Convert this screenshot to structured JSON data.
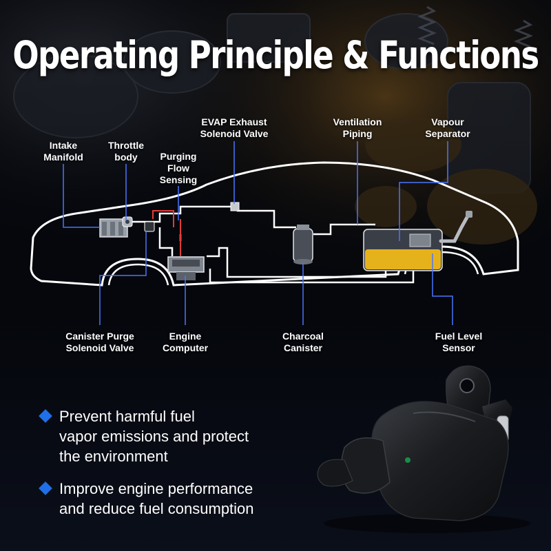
{
  "title": "Operating Principle & Functions",
  "colors": {
    "background": "#05070c",
    "text": "#ffffff",
    "bullet_accent": "#1f6fe8",
    "leader_line": "#4a76ff",
    "car_outline": "#ffffff",
    "signal_wire": "#e23b3b",
    "fuel": "#e6b21c"
  },
  "labels": {
    "intake_manifold": [
      "Intake",
      "Manifold"
    ],
    "throttle_body": [
      "Throttle",
      "body"
    ],
    "purging_flow_sensing": [
      "Purging",
      "Flow",
      "Sensing"
    ],
    "evap_exhaust_solenoid_valve": [
      "EVAP Exhaust",
      "Solenoid Valve"
    ],
    "ventilation_piping": [
      "Ventilation",
      "Piping"
    ],
    "vapour_separator": [
      "Vapour",
      "Separator"
    ],
    "canister_purge_solenoid_valve": [
      "Canister Purge",
      "Solenoid Valve"
    ],
    "engine_computer": [
      "Engine",
      "Computer"
    ],
    "charcoal_canister": [
      "Charcoal",
      "Canister"
    ],
    "fuel_level_sensor": [
      "Fuel Level",
      "Sensor"
    ]
  },
  "bullets": [
    {
      "icon": "diamond-bullet-icon",
      "lines": [
        "Prevent harmful fuel",
        "vapor emissions and protect",
        "the environment"
      ]
    },
    {
      "icon": "diamond-bullet-icon",
      "lines": [
        "Improve engine performance",
        "and reduce fuel consumption"
      ]
    }
  ],
  "product_image": "purge-solenoid-valve-photo"
}
